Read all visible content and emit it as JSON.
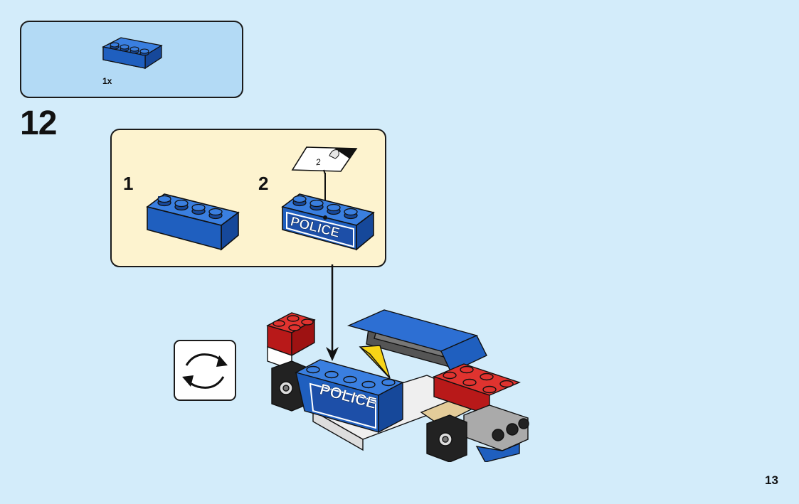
{
  "parts": {
    "quantity": "1x",
    "part": "blue-1x4-brick"
  },
  "step": {
    "number": "12"
  },
  "substeps": [
    {
      "number": "1",
      "part": "blue-1x4-brick"
    },
    {
      "number": "2",
      "part": "blue-1x4-brick-with-police-sticker",
      "sticker_number": "2",
      "sticker_text": "POLICE"
    }
  ],
  "model": {
    "sticker_text": "POLICE"
  },
  "rotate": {
    "icon": "rotate-model-icon"
  },
  "page": {
    "number": "13"
  },
  "colors": {
    "background": "#d3ecfa",
    "parts_box": "#b3daf5",
    "substep_box": "#fdf3cf",
    "brick_blue": "#1f5fbf",
    "brick_red": "#cc1b1b"
  }
}
